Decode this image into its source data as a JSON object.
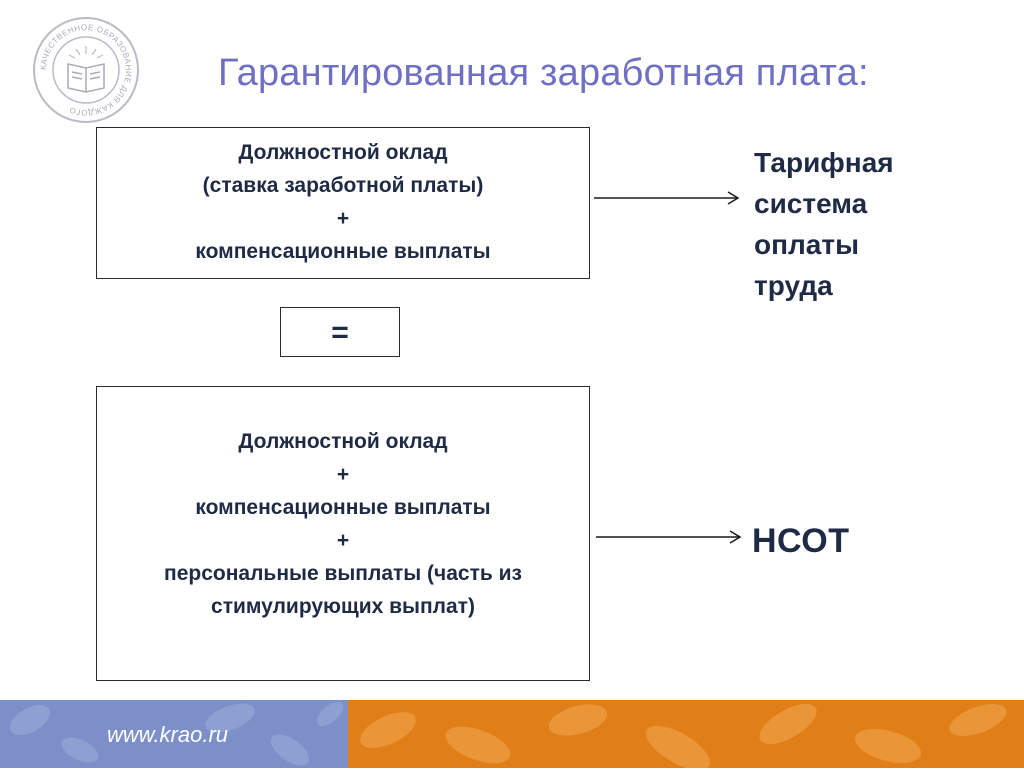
{
  "title": "Гарантированная заработная плата:",
  "top_box": {
    "lines": [
      "Должностной оклад",
      "(ставка заработной платы)",
      "+",
      "компенсационные выплаты"
    ]
  },
  "equals_box": {
    "symbol": "="
  },
  "bottom_box": {
    "lines": [
      "Должностной оклад",
      "+",
      "компенсационные выплаты",
      "+",
      "персональные выплаты (часть из",
      "стимулирующих выплат)"
    ]
  },
  "results": {
    "top": [
      "Тарифная",
      "система",
      "оплаты",
      "труда"
    ],
    "bottom": "НСОТ"
  },
  "footer": {
    "url": "www.krao.ru"
  },
  "colors": {
    "title": "#6f6fc4",
    "footer_left": "#7c8fc9",
    "footer_right": "#e07f17",
    "text": "#1f2a44"
  },
  "logo": {
    "ring_text": "КАЧЕСТВЕННОЕ ОБРАЗОВАНИЕ ДЛЯ КАЖДОГО",
    "icon": "open-book-sun-emblem"
  }
}
